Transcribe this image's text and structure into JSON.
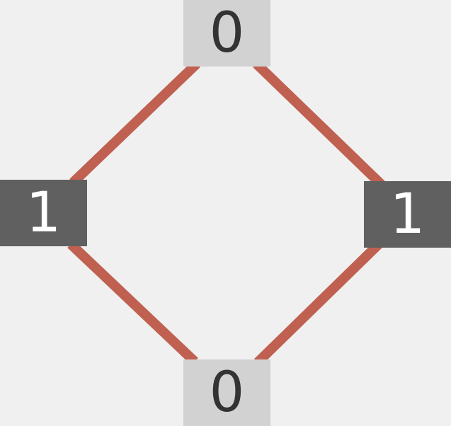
{
  "colors": {
    "background": "#f0f0f0",
    "edge": "#c06050",
    "light_node_fill": "#d2d2d2",
    "light_node_text": "#333333",
    "dark_node_fill": "#606060",
    "dark_node_text": "#ffffff"
  },
  "nodes": {
    "top": {
      "value": "0",
      "style": "light"
    },
    "left": {
      "value": "1",
      "style": "dark"
    },
    "right": {
      "value": "1",
      "style": "dark"
    },
    "bottom": {
      "value": "0",
      "style": "light"
    }
  },
  "edges": [
    {
      "from": "top",
      "to": "left"
    },
    {
      "from": "top",
      "to": "right"
    },
    {
      "from": "left",
      "to": "bottom"
    },
    {
      "from": "right",
      "to": "bottom"
    }
  ]
}
